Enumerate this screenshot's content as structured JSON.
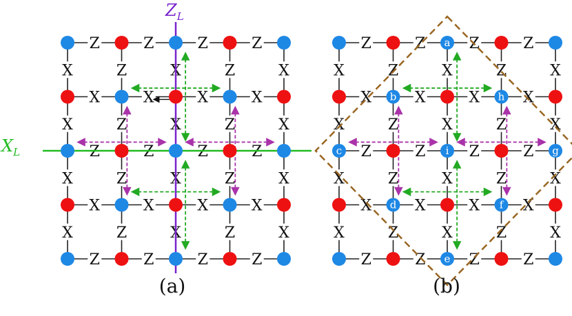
{
  "colors": {
    "blue": "#1e88e5",
    "red": "#ee1111",
    "edge": "#222222",
    "green": "#22bb22",
    "green_arrow": "#22aa22",
    "magenta_arrow": "#aa33aa",
    "purple_line": "#7722cc",
    "brown_dash": "#996622"
  },
  "lattice": {
    "rows": [
      [
        "blue",
        "red",
        "blue",
        "red",
        "blue"
      ],
      [
        "red",
        "blue",
        "red",
        "blue",
        "red"
      ],
      [
        "blue",
        "red",
        "blue",
        "red",
        "blue"
      ],
      [
        "red",
        "blue",
        "red",
        "blue",
        "red"
      ],
      [
        "blue",
        "red",
        "blue",
        "red",
        "blue"
      ]
    ],
    "horizontal_labels": [
      [
        "Z",
        "Z",
        "Z",
        "Z"
      ],
      [
        "X",
        "X",
        "X",
        "X"
      ],
      [
        "Z",
        "Z",
        "Z",
        "Z"
      ],
      [
        "X",
        "X",
        "X",
        "X"
      ],
      [
        "Z",
        "Z",
        "Z",
        "Z"
      ]
    ],
    "vertical_labels": [
      [
        "X",
        "Z",
        "X",
        "Z",
        "X"
      ],
      [
        "X",
        "Z",
        "X",
        "Z",
        "X"
      ],
      [
        "X",
        "Z",
        "X",
        "Z",
        "X"
      ],
      [
        "X",
        "Z",
        "X",
        "Z",
        "X"
      ]
    ]
  },
  "panel_a": {
    "label": "(a)",
    "z_logical": {
      "main": "Z",
      "sub": "L"
    },
    "x_logical": {
      "main": "X",
      "sub": "L"
    }
  },
  "panel_b": {
    "label": "(b)",
    "marked_nodes": [
      {
        "letter": "a",
        "row": 0,
        "col": 2
      },
      {
        "letter": "b",
        "row": 1,
        "col": 1
      },
      {
        "letter": "h",
        "row": 1,
        "col": 3
      },
      {
        "letter": "c",
        "row": 2,
        "col": 0
      },
      {
        "letter": "i",
        "row": 2,
        "col": 2
      },
      {
        "letter": "g",
        "row": 2,
        "col": 4
      },
      {
        "letter": "d",
        "row": 3,
        "col": 1
      },
      {
        "letter": "f",
        "row": 3,
        "col": 3
      },
      {
        "letter": "e",
        "row": 4,
        "col": 2
      }
    ]
  }
}
